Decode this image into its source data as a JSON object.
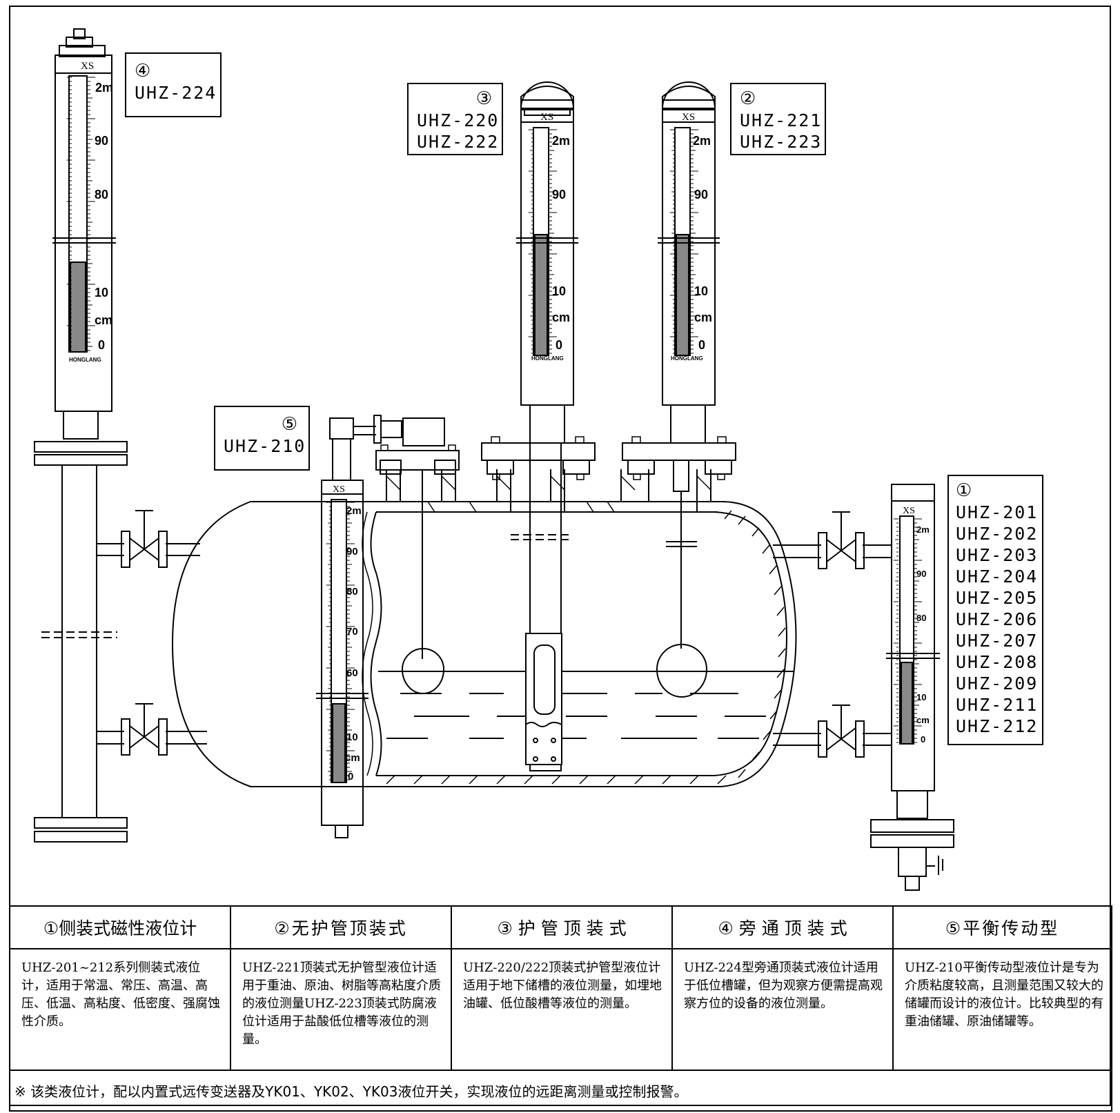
{
  "labels": {
    "label1": {
      "num": "①",
      "models": [
        "UHZ-201",
        "UHZ-202",
        "UHZ-203",
        "UHZ-204",
        "UHZ-205",
        "UHZ-206",
        "UHZ-207",
        "UHZ-208",
        "UHZ-209",
        "UHZ-211",
        "UHZ-212"
      ]
    },
    "label2": {
      "num": "②",
      "models": [
        "UHZ-221",
        "UHZ-223"
      ]
    },
    "label3": {
      "num": "③",
      "models": [
        "UHZ-220",
        "UHZ-222"
      ]
    },
    "label4": {
      "num": "④",
      "models": [
        "UHZ-224"
      ]
    },
    "label5": {
      "num": "⑤",
      "models": [
        "UHZ-210"
      ]
    }
  },
  "gauge_text": {
    "brand": "XS",
    "scale_marks": [
      "2m",
      "90",
      "80",
      "70",
      "60",
      "10",
      "cm",
      "0"
    ],
    "nameplate": "HONGLANG"
  },
  "table": {
    "headers": [
      "①侧装式磁性液位计",
      "②无护管顶装式",
      "③ 护 管 顶 装 式",
      "④ 旁 通 顶 装 式",
      "⑤平衡传动型"
    ],
    "descriptions": [
      "UHZ-201~212系列侧装式液位计，适用于常温、常压、高温、高压、低温、高粘度、低密度、强腐蚀性介质。",
      "UHZ-221顶装式无护管型液位计适用于重油、原油、树脂等高粘度介质的液位测量UHZ-223顶装式防腐液位计适用于盐酸低位槽等液位的测量。",
      "UHZ-220/222顶装式护管型液位计适用于地下储槽的液位测量，如埋地油罐、低位酸槽等液位的测量。",
      "UHZ-224型旁通顶装式液位计适用于低位槽罐，但为观察方便需提高观察方位的设备的液位测量。",
      "UHZ-210平衡传动型液位计是专为介质粘度较高，且测量范围又较大的储罐而设计的液位计。比较典型的有重油储罐、原油储罐等。"
    ],
    "note": "※ 该类液位计，配以内置式远传变送器及YK01、YK02、YK03液位开关，实现液位的远距离测量或控制报警。"
  }
}
